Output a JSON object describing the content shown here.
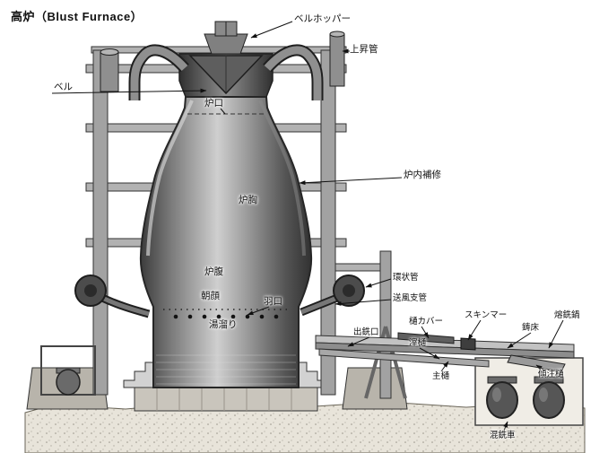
{
  "title": "高炉（Blust Furnace）",
  "labels": {
    "bell_hopper": "ベルホッパー",
    "uptake_pipe": "上昇管",
    "bell": "ベル",
    "throat": "炉口",
    "shaft": "炉胸",
    "belly": "炉腹",
    "bosh": "朝顔",
    "tuyere": "羽口",
    "hearth_pool": "湯溜り",
    "furnace_repair": "炉内補修",
    "bustle_pipe": "環状管",
    "blast_branch": "送風支管",
    "taphole": "出銑口",
    "runner_cover": "樋カバー",
    "skimmer": "スキンマー",
    "cast_floor": "鋳床",
    "hot_metal_ladle": "熔銑鍋",
    "slag_runner": "滓樋",
    "main_runner": "主樋",
    "tilting_runner": "傾注樋",
    "mixer_car": "混銑車"
  }
}
